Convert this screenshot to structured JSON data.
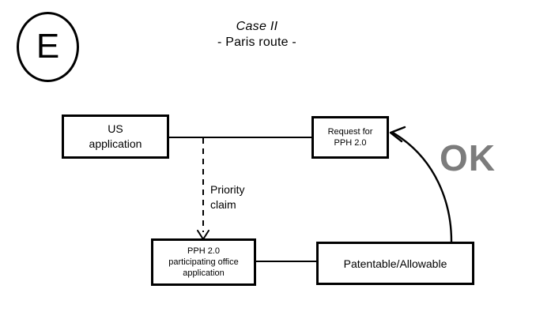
{
  "badge": {
    "letter": "E",
    "shape": "ellipse-outline"
  },
  "heading": {
    "title": "Case II",
    "subtitle": "- Paris route -"
  },
  "nodes": [
    {
      "id": "us-application",
      "label": "US\napplication"
    },
    {
      "id": "request-pph",
      "label": "Request for\nPPH 2.0"
    },
    {
      "id": "pph-participating",
      "label": "PPH 2.0\nparticipating office\napplication"
    },
    {
      "id": "patentable",
      "label": "Patentable/Allowable"
    }
  ],
  "edges": {
    "priority_claim_label": "Priority\nclaim",
    "ok_label": "OK"
  },
  "colors": {
    "stroke": "#000000",
    "background": "#ffffff",
    "ok_text": "#7c7c7c"
  }
}
